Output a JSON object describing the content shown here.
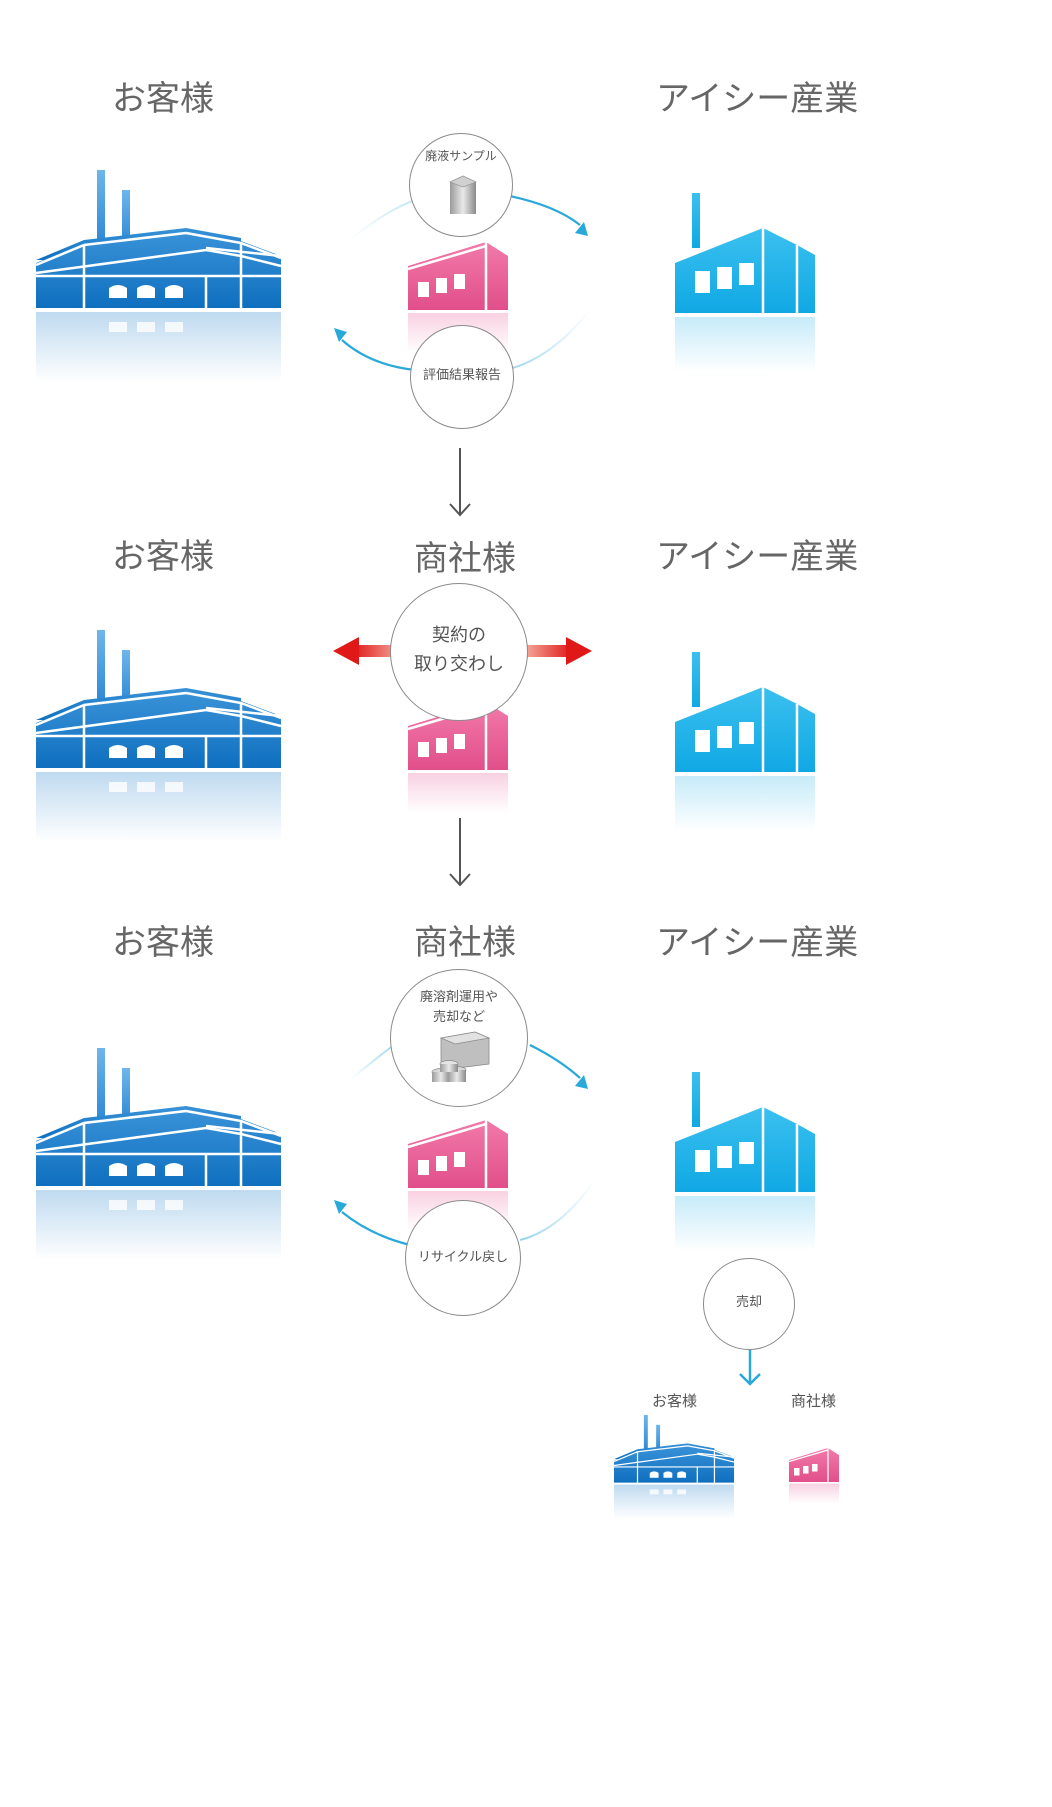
{
  "section1": {
    "left_label": "お客様",
    "right_label": "アイシー産業",
    "circle_top": "廃液サンプル",
    "circle_bottom": "評価結果報告"
  },
  "section2": {
    "left_label": "お客様",
    "center_label": "商社様",
    "right_label": "アイシー産業",
    "circle_line1": "契約の",
    "circle_line2": "取り交わし"
  },
  "section3": {
    "left_label": "お客様",
    "center_label": "商社様",
    "right_label": "アイシー産業",
    "circle_top_line1": "廃溶剤運用や",
    "circle_top_line2": "売却など",
    "circle_bottom": "リサイクル戻し",
    "circle_sale": "売却",
    "small_left": "お客様",
    "small_right": "商社様"
  },
  "colors": {
    "customer_factory": "#1a7bc8",
    "trader_factory": "#e85b95",
    "ic_factory": "#1cb0e8",
    "flow_arrow": "#29a9d9",
    "contract_arrow": "#e02020",
    "gray_arrow": "#555555"
  }
}
